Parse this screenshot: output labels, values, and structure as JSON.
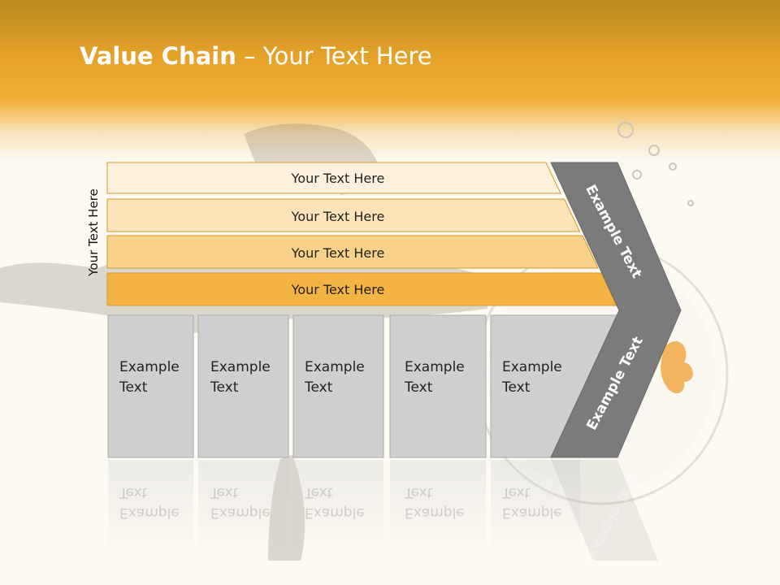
{
  "title": {
    "bold": "Value Chain",
    "rest": " – Your Text Here"
  },
  "side_label": "Your Text Here",
  "rows": [
    {
      "label": "Your Text Here",
      "color": "#fdf1dd"
    },
    {
      "label": "Your Text Here",
      "color": "#fce4b8"
    },
    {
      "label": "Your Text Here",
      "color": "#f9d28a"
    },
    {
      "label": "Your Text Here",
      "color": "#f3b443"
    }
  ],
  "columns": [
    {
      "line1": "Example",
      "line2": "Text"
    },
    {
      "line1": "Example",
      "line2": "Text"
    },
    {
      "line1": "Example",
      "line2": "Text"
    },
    {
      "line1": "Example",
      "line2": "Text"
    },
    {
      "line1": "Example",
      "line2": "Text"
    }
  ],
  "chevron": {
    "upper_label": "Example Text",
    "lower_label": "Example Text",
    "color": "#7b7b7b"
  },
  "colors": {
    "band": "#f1b03a",
    "cell_fill": "#cfcfcf",
    "cell_border": "#a9a9a9"
  }
}
